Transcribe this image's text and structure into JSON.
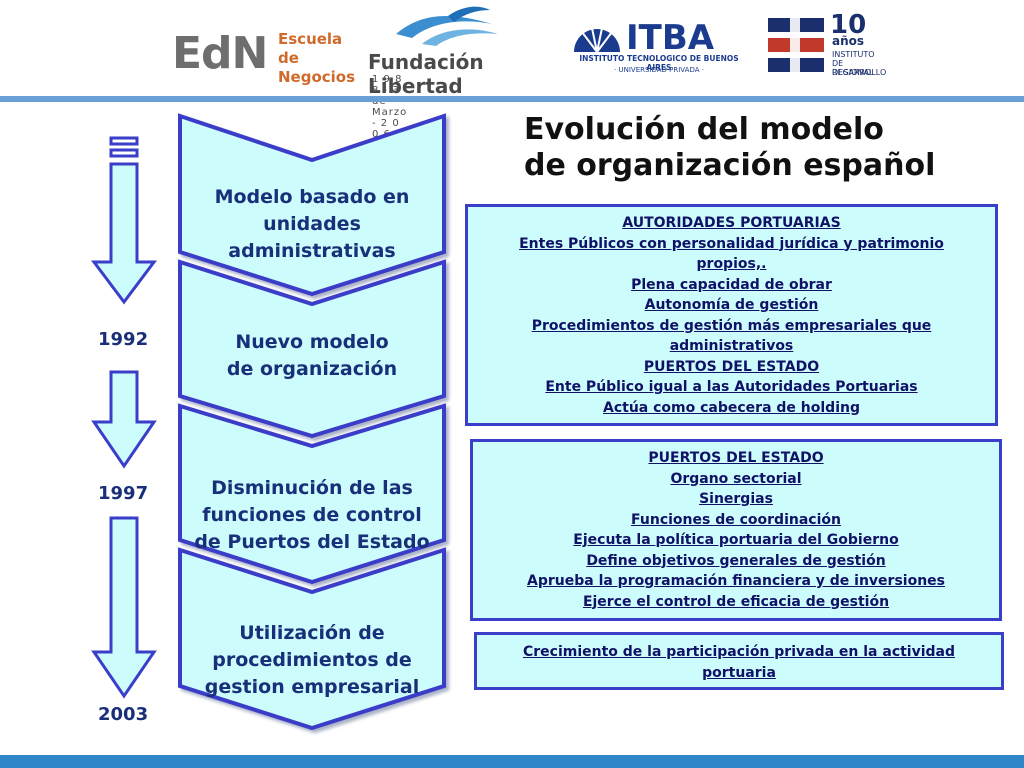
{
  "logos": {
    "edn": {
      "big": "EdN",
      "line1": "Escuela de",
      "line2": "Negocios"
    },
    "fundacion": {
      "name": "Fundación Libertad",
      "dates": "1 9 8 8 - 3 de Marzo - 2 0 0 6"
    },
    "itba": {
      "name": "ITBA",
      "sub1": "INSTITUTO TECNOLOGICO DE BUENOS AIRES",
      "sub2": "· UNIVERSIDAD PRIVADA ·"
    },
    "idr": {
      "num": "10",
      "anos": "años",
      "l1": "INSTITUTO",
      "l2": "DE DESARROLLO",
      "l3": "REGIONAL"
    }
  },
  "title": {
    "line1": "Evolución del modelo",
    "line2": "de organización español"
  },
  "chevrons": [
    {
      "lines": [
        "Modelo basado en",
        "unidades",
        "administrativas"
      ]
    },
    {
      "lines": [
        "Nuevo modelo",
        "de organización"
      ]
    },
    {
      "lines": [
        "Disminución de las",
        "funciones de control",
        "de Puertos del Estado"
      ]
    },
    {
      "lines": [
        "Utilización de",
        "procedimientos de",
        "gestion empresarial"
      ]
    }
  ],
  "years": [
    "1992",
    "1997",
    "2003"
  ],
  "boxes": [
    {
      "lines": [
        "AUTORIDADES PORTUARIAS",
        "Entes Públicos con personalidad jurídica y patrimonio",
        "propios,.",
        "Plena capacidad de obrar",
        "Autonomía de gestión",
        "Procedimientos de gestión más empresariales que",
        "administrativos",
        "PUERTOS DEL ESTADO",
        "Ente Público igual a las Autoridades Portuarias",
        "Actúa como cabecera de holding"
      ]
    },
    {
      "lines": [
        "PUERTOS DEL ESTADO",
        "Organo sectorial",
        "Sinergias",
        "Funciones de coordinación",
        "Ejecuta la política portuaria del Gobierno",
        "Define objetivos generales de gestión",
        "Aprueba la programación financiera y de inversiones",
        "Ejerce el control de eficacia de gestión"
      ]
    },
    {
      "lines": [
        "Crecimiento de la participación privada en la actividad",
        "portuaria"
      ]
    }
  ],
  "colors": {
    "chevron_fill": "#ccfcfc",
    "chevron_stroke": "#3a3ec9",
    "text": "#1a2f7a",
    "accent_bar": "#2f86c8"
  }
}
